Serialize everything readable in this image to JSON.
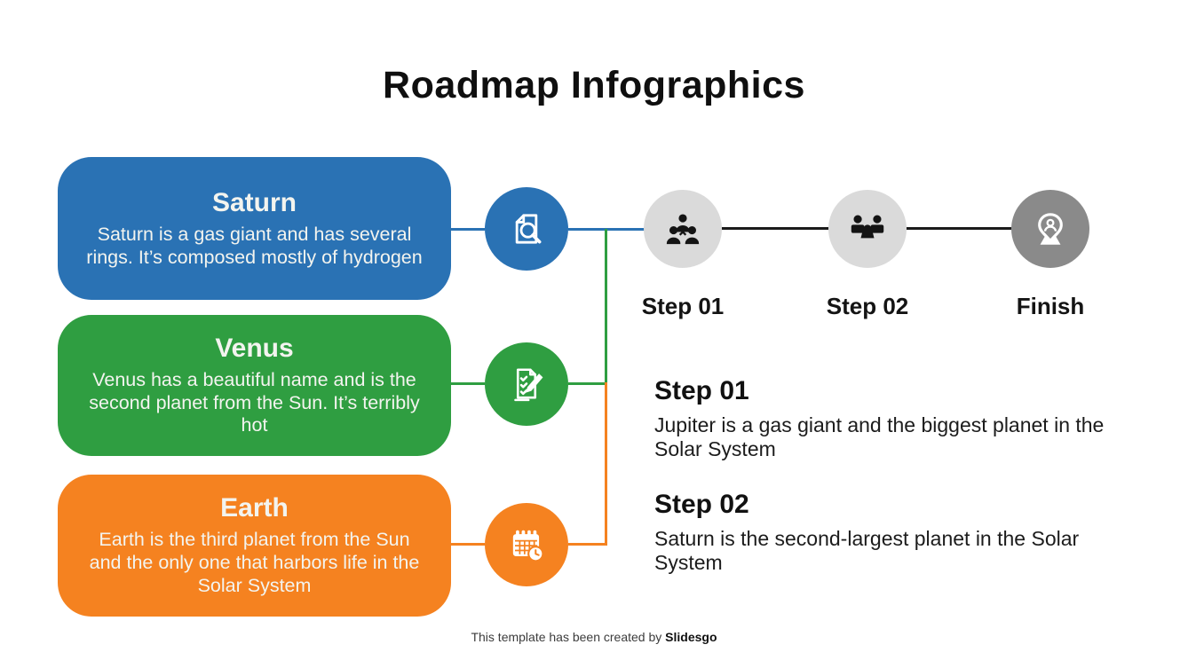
{
  "title": "Roadmap Infographics",
  "colors": {
    "blue": "#2a72b4",
    "green": "#2f9e41",
    "orange": "#f58220",
    "timeline_circle_light": "#dadada",
    "timeline_circle_dark": "#8a8a8a",
    "connector_black": "#1a1a1a"
  },
  "cards": [
    {
      "title": "Saturn",
      "description": "Saturn is a gas giant and has several rings. It’s composed mostly of hydrogen",
      "color": "#2a72b4",
      "icon": "document-search-icon"
    },
    {
      "title": "Venus",
      "description": "Venus has a beautiful name and is the second planet from the Sun. It’s terribly hot",
      "color": "#2f9e41",
      "icon": "checklist-pencil-icon"
    },
    {
      "title": "Earth",
      "description": "Earth is the third planet from the Sun and the only one that harbors life in the Solar System",
      "color": "#f58220",
      "icon": "calendar-clock-icon"
    }
  ],
  "timeline": [
    {
      "label": "Step 01",
      "icon": "team-hierarchy-icon"
    },
    {
      "label": "Step 02",
      "icon": "meeting-icon"
    },
    {
      "label": "Finish",
      "icon": "location-person-icon"
    }
  ],
  "steps": [
    {
      "heading": "Step 01",
      "text": "Jupiter is a gas giant and the biggest planet in the Solar System"
    },
    {
      "heading": "Step 02",
      "text": "Saturn is the second-largest planet in the Solar System"
    }
  ],
  "footer": {
    "text": "This template has been created by ",
    "brand": "Slidesgo"
  }
}
